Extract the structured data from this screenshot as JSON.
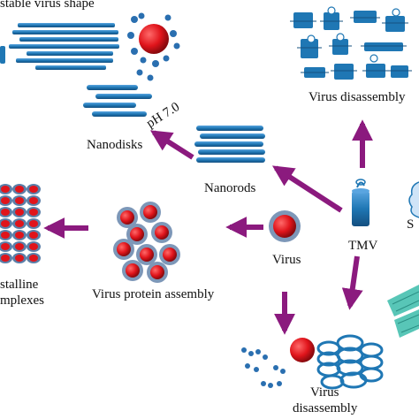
{
  "labels": {
    "stable_virus_shape": "stable virus shape",
    "virus_disassembly_top": "Virus disassembly",
    "ph": "pH 7.0",
    "nanodisks": "Nanodisks",
    "nanorods": "Nanorods",
    "tmv": "TMV",
    "s_cut": "S",
    "virus": "Virus",
    "virus_protein_assembly": "Virus protein assembly",
    "crystalline_line1": "stalline",
    "crystalline_line2": "mplexes",
    "virus_disassembly_bottom_line1": "Virus",
    "virus_disassembly_bottom_line2": "disassembly"
  },
  "colors": {
    "arrow": "#8b1a7e",
    "protein": "#1f77b4",
    "protein_dark": "#16507f",
    "virus_core": "#e0141b",
    "shell": "#5b7fa8",
    "teal": "#46c0b0"
  }
}
